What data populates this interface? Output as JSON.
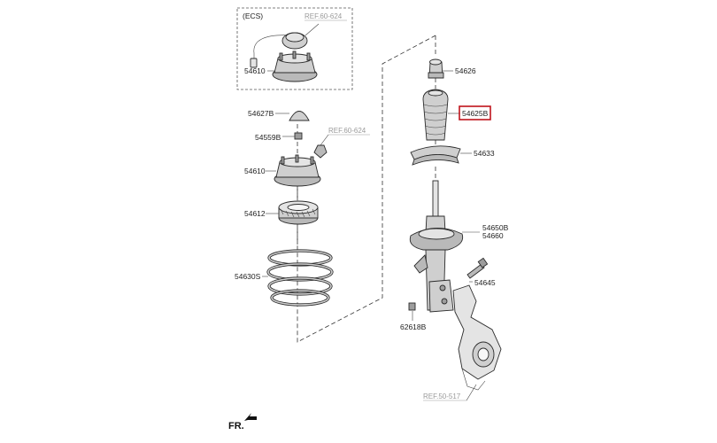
{
  "ecs_box": {
    "title": "(ECS)",
    "ref": "REF.60-624",
    "part": "54610"
  },
  "left_column": {
    "p54627B": "54627B",
    "p54559B": "54559B",
    "ref": "REF.60-624",
    "p54610": "54610",
    "p54612": "54612",
    "p54630S": "54630S"
  },
  "right_column": {
    "p54626": "54626",
    "p54625B": "54625B",
    "p54633": "54633",
    "p54650B": "54650B",
    "p54660": "54660",
    "p54645": "54645",
    "p62618B": "62618B",
    "ref": "REF.50-517"
  },
  "highlight_color": "#c0141c",
  "direction": {
    "label": "FR."
  }
}
